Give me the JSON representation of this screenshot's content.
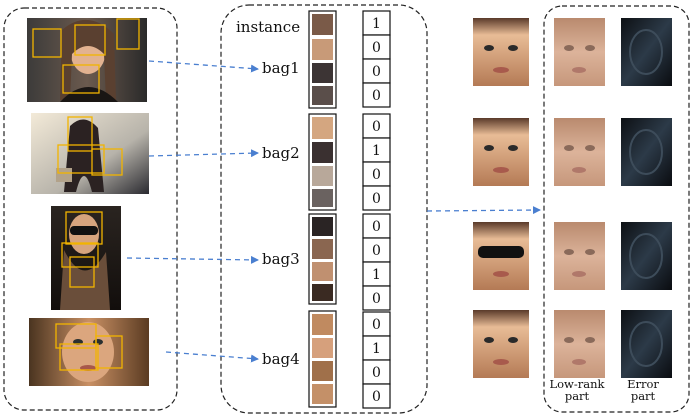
{
  "labels": {
    "instance": "instance",
    "bags": [
      "bag1",
      "bag2",
      "bag3",
      "bag4"
    ],
    "lowrank": "Low-rank\npart",
    "error": "Error\npart"
  },
  "bag_values": [
    [
      1,
      0,
      0,
      0
    ],
    [
      0,
      1,
      0,
      0
    ],
    [
      0,
      0,
      1,
      0
    ],
    [
      0,
      1,
      0,
      0
    ]
  ],
  "colors": {
    "box": "#f2b400",
    "arrow": "#4a7fd0",
    "border": "#222222",
    "face_light": "#e9b890",
    "face_dark": "#1e1e24"
  }
}
